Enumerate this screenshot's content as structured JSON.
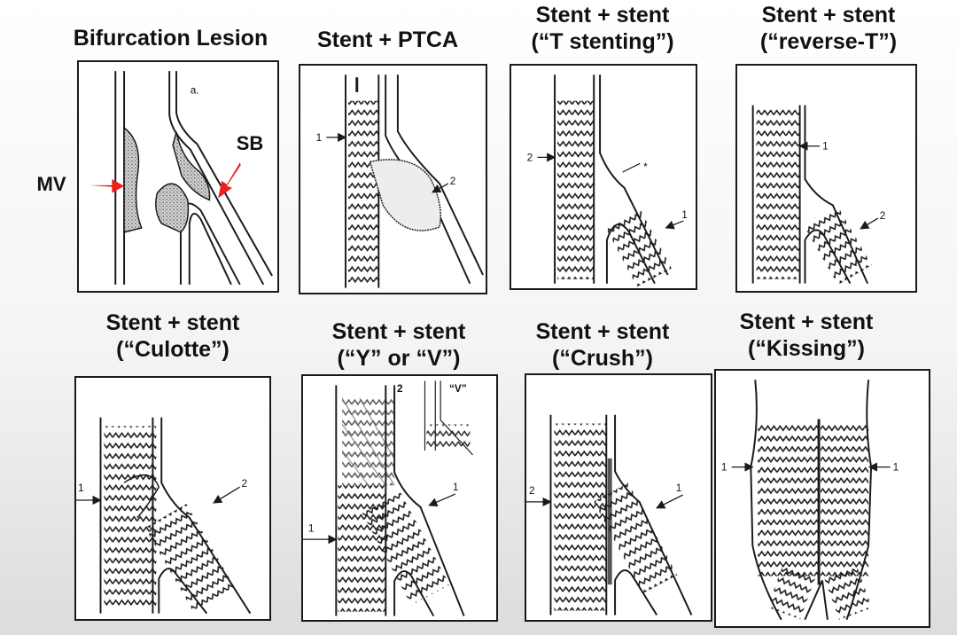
{
  "titles": {
    "bifurcation": "Bifurcation Lesion",
    "stent_ptca": "Stent + PTCA",
    "t_stenting_1": "Stent + stent",
    "t_stenting_2": "(“T stenting”)",
    "reverse_t_1": "Stent + stent",
    "reverse_t_2": "(“reverse-T”)",
    "culotte_1": "Stent + stent",
    "culotte_2": "(“Culotte”)",
    "y_v_1": "Stent + stent",
    "y_v_2": "(“Y” or “V”)",
    "crush_1": "Stent + stent",
    "crush_2": "(“Crush”)",
    "kissing_1": "Stent + stent",
    "kissing_2": "(“Kissing”)"
  },
  "labels": {
    "mv": "MV",
    "sb": "SB",
    "panel_a": "a.",
    "one": "1",
    "two": "2",
    "star": "*",
    "v_inset": "“V”"
  },
  "colors": {
    "arrow": "#e8211c",
    "ink": "#1a1a1a"
  }
}
